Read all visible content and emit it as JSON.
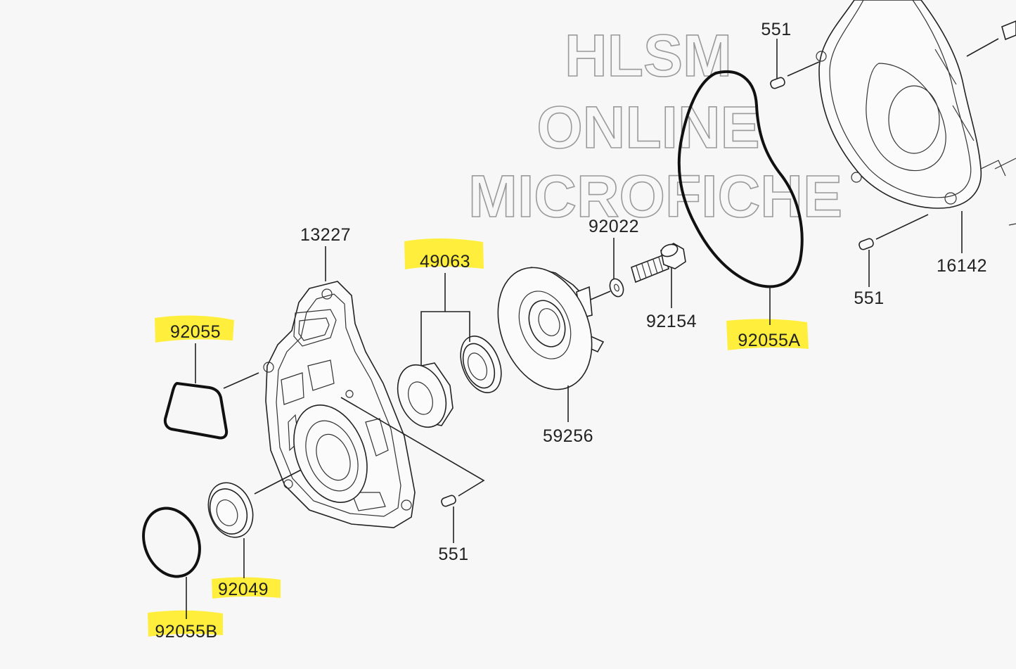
{
  "watermark": {
    "line1": "HLSM",
    "line2": "ONLINE",
    "line3": "MICROFICHE"
  },
  "callouts": {
    "p13227": "13227",
    "p49063": "49063",
    "p92055": "92055",
    "p92055A": "92055A",
    "p92055B": "92055B",
    "p92049": "92049",
    "p59256": "59256",
    "p92022": "92022",
    "p92154": "92154",
    "p16142": "16142",
    "p551_top": "551",
    "p551_right": "551",
    "p551_bottom": "551"
  },
  "highlighted_parts": [
    "92055",
    "49063",
    "92055A",
    "92049",
    "92055B"
  ],
  "colors": {
    "highlight": "#ffee2b",
    "line": "#222222",
    "background": "#f7f7f7",
    "watermark": "#9a9a9a"
  }
}
